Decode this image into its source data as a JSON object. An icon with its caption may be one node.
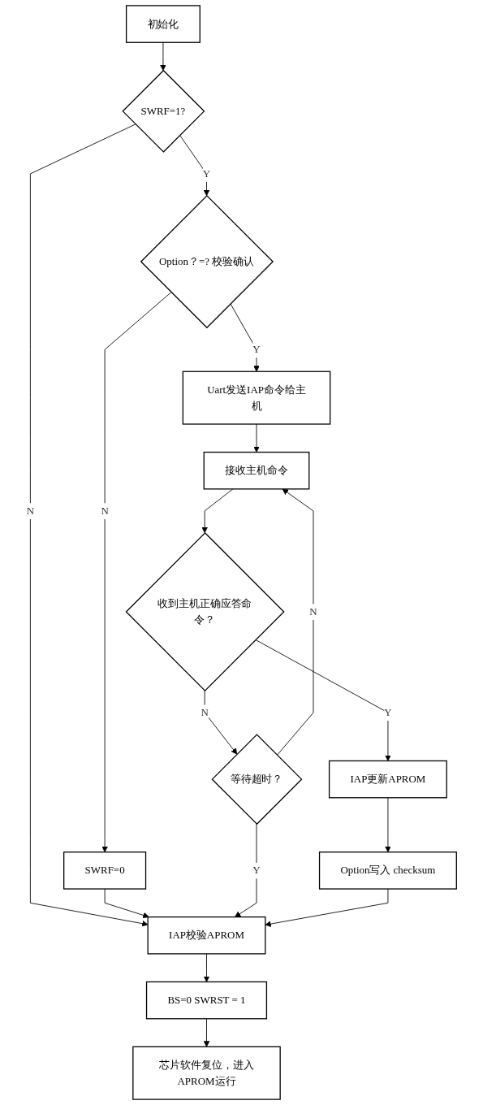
{
  "diagram": {
    "nodes": [
      {
        "text": [
          "初始化"
        ]
      },
      {
        "text": [
          "SWRF=1?"
        ]
      },
      {
        "text": [
          "Option？=? 校验确认"
        ]
      },
      {
        "text": [
          "SWRF=0"
        ]
      },
      {
        "text": [
          "Uart发送IAP命令给主机"
        ]
      },
      {
        "text": [
          "接收主机命令"
        ]
      },
      {
        "text": [
          "收到主机正确应答命令？"
        ]
      },
      {
        "text": [
          "等待超时？"
        ]
      },
      {
        "text": [
          "IAP更新APROM"
        ]
      },
      {
        "text": [
          "Option写入 checksum"
        ]
      },
      {
        "text": [
          "IAP校验APROM"
        ]
      },
      {
        "text": [
          "BS=0 SWRST = 1"
        ]
      },
      {
        "text": [
          "芯片软件复位，进入APROM运行"
        ]
      }
    ],
    "edges": [
      {
        "from": 0,
        "to": 1,
        "arrow": "to"
      },
      {
        "from": 1,
        "to": 10,
        "label": "N",
        "arrow": "to"
      },
      {
        "from": 1,
        "to": 2,
        "label": "Y",
        "arrow": "to"
      },
      {
        "from": 2,
        "to": 3,
        "label": "N",
        "arrow": "to"
      },
      {
        "from": 2,
        "to": 4,
        "label": "Y",
        "arrow": "to"
      },
      {
        "from": 3,
        "to": 10,
        "arrow": "to"
      },
      {
        "from": 4,
        "to": 5,
        "arrow": "to"
      },
      {
        "from": 5,
        "to": 6,
        "arrow": "to"
      },
      {
        "from": 6,
        "to": 7,
        "label": "N",
        "arrow": "to"
      },
      {
        "from": 7,
        "to": 5,
        "label": "N",
        "arrow": "to"
      },
      {
        "from": 6,
        "to": 8,
        "label": "Y",
        "arrow": "to"
      },
      {
        "from": 7,
        "to": 10,
        "label": "Y",
        "arrow": "to"
      },
      {
        "from": 8,
        "to": 9,
        "arrow": "to"
      },
      {
        "from": 9,
        "to": 10,
        "arrow": "to"
      },
      {
        "from": 10,
        "to": 11,
        "arrow": "to"
      },
      {
        "from": 11,
        "to": 12,
        "arrow": "to"
      }
    ]
  }
}
